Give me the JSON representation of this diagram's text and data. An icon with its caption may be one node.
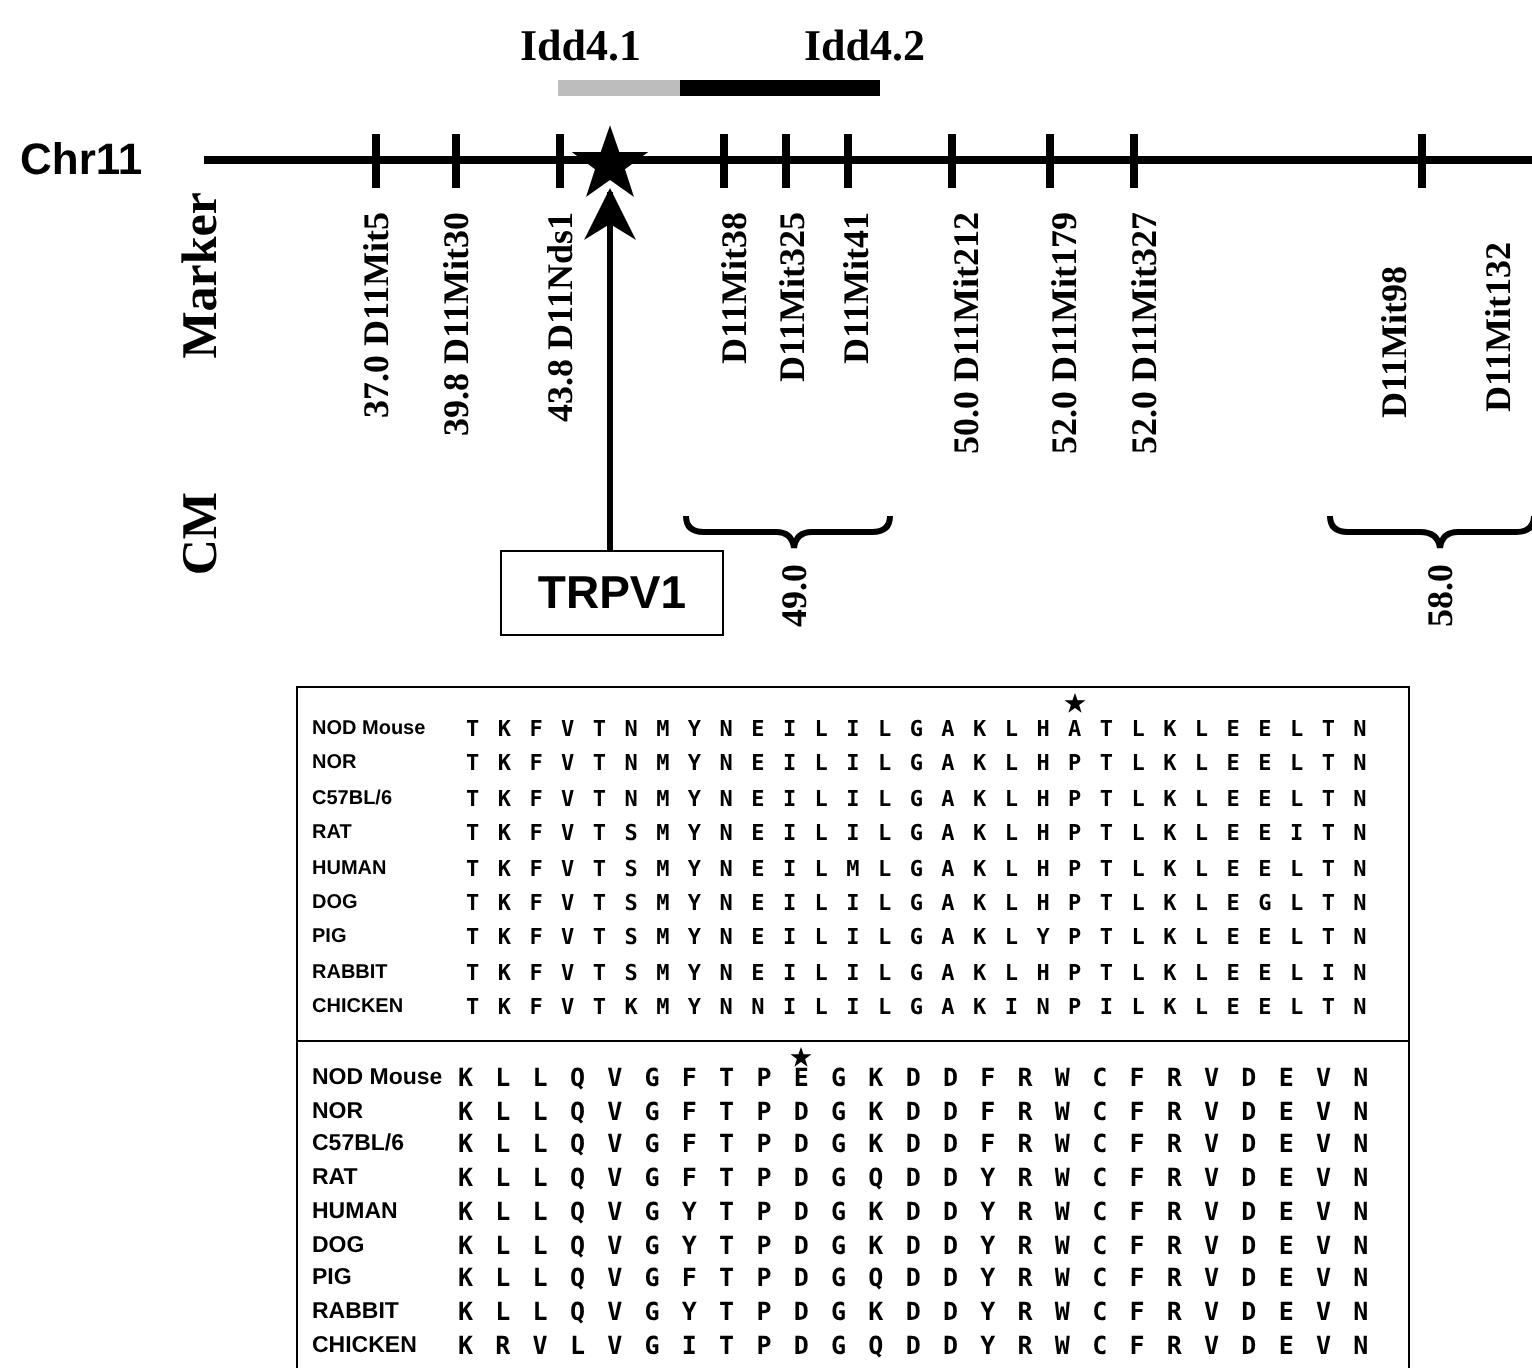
{
  "diagram": {
    "nodes": [
      {
        "text": [
          "TRPV1"
        ]
      },
      {
        "text": [],
        "shape": "star"
      }
    ],
    "edges": [
      {
        "from": 0,
        "to": 1,
        "arrow": "to"
      }
    ],
    "labels": [
      "Idd4.1",
      "Idd4.2",
      "Chr11",
      "Marker",
      "CM",
      "37.0 D11Mit5",
      "39.8 D11Mit30",
      "43.8 D11Nds1",
      "D11Mit38",
      "D11Mit325",
      "D11Mit41",
      "49.0",
      "50.0 D11Mit212",
      "52.0 D11Mit179",
      "52.0 D11Mit327",
      "D11Mit98",
      "D11Mit132",
      "58.0",
      "NOD Mouse",
      "T K F V T N M Y N E I L I L G A K L H A T L K L E E L T N",
      "NOR",
      "T K F V T N M Y N E I L I L G A K L H P T L K L E E L T N",
      "C57BL/6",
      "T K F V T N M Y N E I L I L G A K L H P T L K L E E L T N",
      "RAT",
      "T K F V T S M Y N E I L I L G A K L H P T L K L E E I T N",
      "HUMAN",
      "T K F V T S M Y N E I L M L G A K L H P T L K L E E L T N",
      "DOG",
      "T K F V T S M Y N E I L I L G A K L H P T L K L E G L T N",
      "PIG",
      "T K F V T S M Y N E I L I L G A K L Y P T L K L E E L T N",
      "RABBIT",
      "T K F V T S M Y N E I L I L G A K L H P T L K L E E L I N",
      "CHICKEN",
      "T K F V T K M Y N N I L I L G A K I N P I L K L E E L T N",
      "NOD Mouse",
      "K L L Q V G F T P E G K D D F R W C F R V D E V N",
      "NOR",
      "K L L Q V G F T P D G K D D F R W C F R V D E V N",
      "C57BL/6",
      "K L L Q V G F T P D G K D D F R W C F R V D E V N",
      "RAT",
      "K L L Q V G F T P D G Q D D Y R W C F R V D E V N",
      "HUMAN",
      "K L L Q V G Y T P D G K D D Y R W C F R V D E V N",
      "DOG",
      "K L L Q V G Y T P D G K D D Y R W C F R V D E V N",
      "PIG",
      "K L L Q V G F T P D G Q D D Y R W C F R V D E V N",
      "RABBIT",
      "K L L Q V G Y T P D G K D D Y R W C F R V D E V N",
      "CHICKEN",
      "K R V L V G I T P D G Q D D Y R W C F R V D E V N"
    ]
  }
}
